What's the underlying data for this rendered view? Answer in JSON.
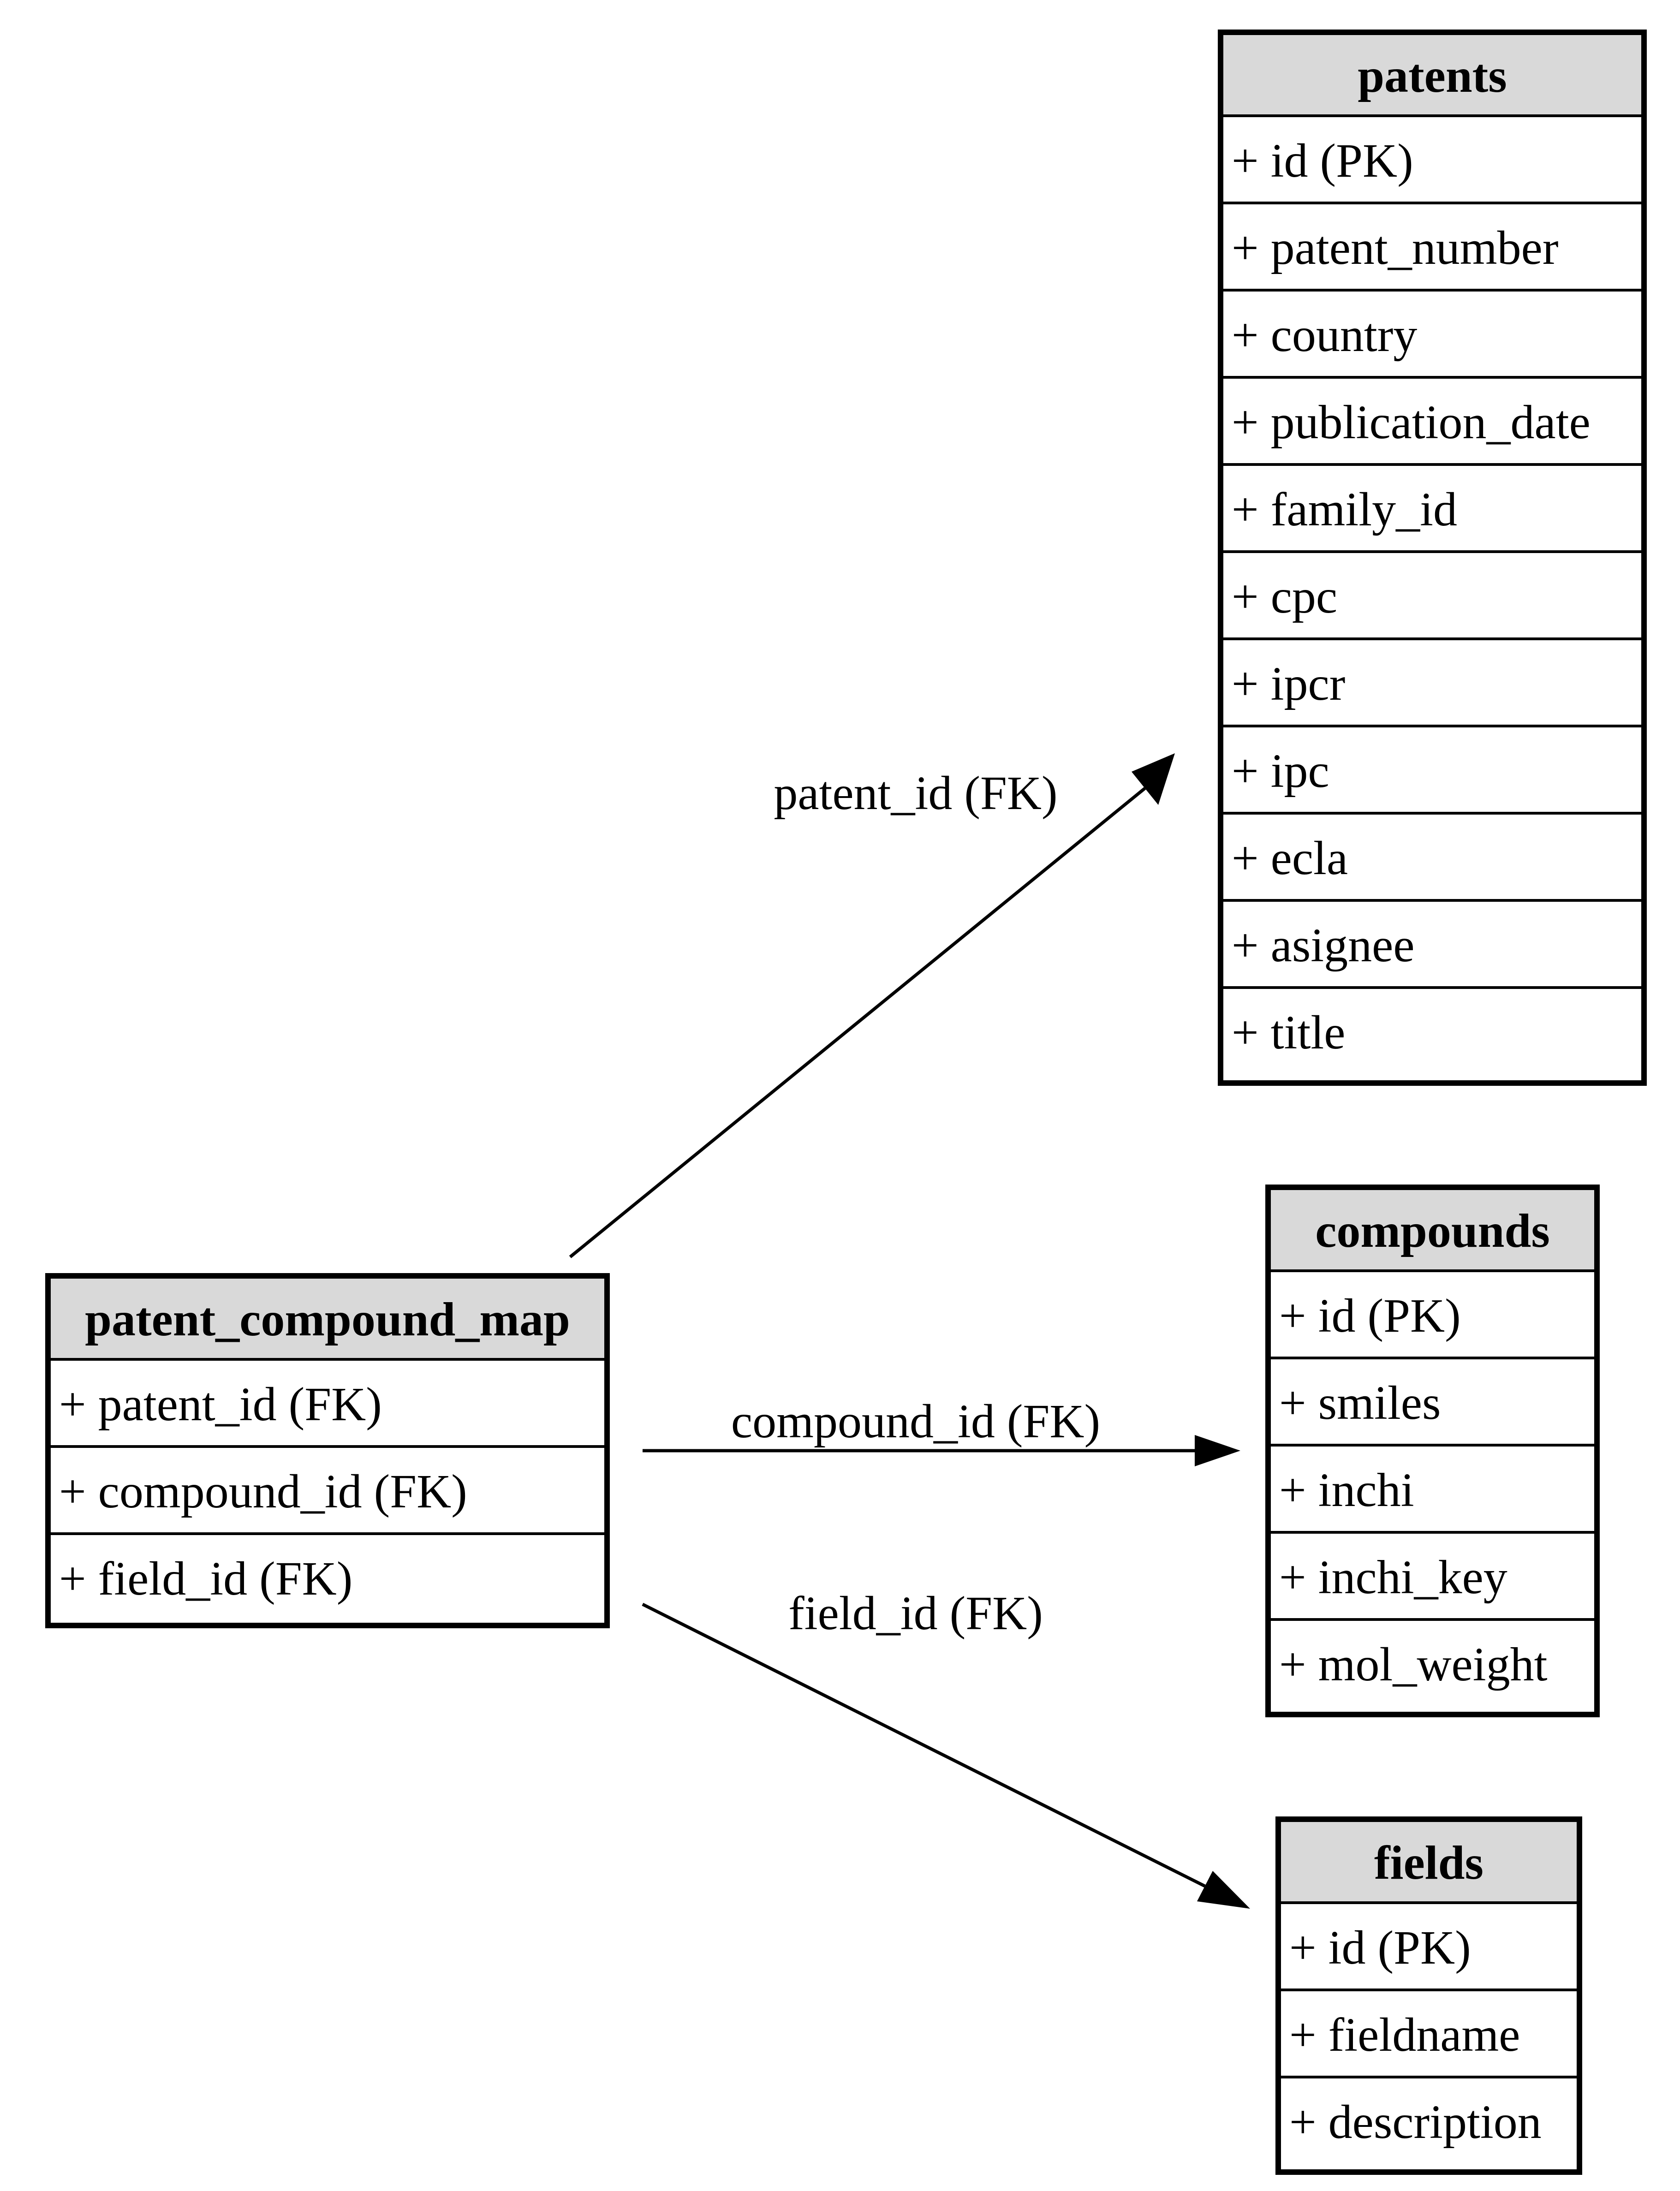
{
  "tables": {
    "patents": {
      "name": "patents",
      "fields": [
        "+ id (PK)",
        "+ patent_number",
        "+ country",
        "+ publication_date",
        "+ family_id",
        "+ cpc",
        "+ ipcr",
        "+ ipc",
        "+ ecla",
        "+ asignee",
        "+ title"
      ]
    },
    "compounds": {
      "name": "compounds",
      "fields": [
        "+ id (PK)",
        "+ smiles",
        "+ inchi",
        "+ inchi_key",
        "+ mol_weight"
      ]
    },
    "fields": {
      "name": "fields",
      "fields": [
        "+ id (PK)",
        "+ fieldname",
        "+ description"
      ]
    },
    "patent_compound_map": {
      "name": "patent_compound_map",
      "fields": [
        "+ patent_id (FK)",
        "+ compound_id (FK)",
        "+ field_id (FK)"
      ]
    }
  },
  "edges": [
    {
      "from": "patent_compound_map",
      "to": "patents",
      "label": "patent_id (FK)"
    },
    {
      "from": "patent_compound_map",
      "to": "compounds",
      "label": "compound_id (FK)"
    },
    {
      "from": "patent_compound_map",
      "to": "fields",
      "label": "field_id (FK)"
    }
  ]
}
